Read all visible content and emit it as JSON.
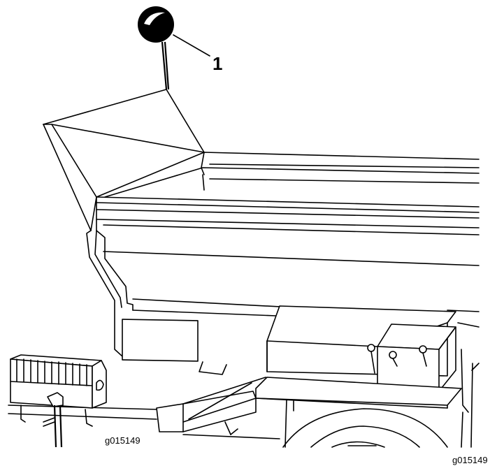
{
  "callout": {
    "number": "1"
  },
  "figure_code_inline": "g015149",
  "figure_code_corner": "g015149"
}
